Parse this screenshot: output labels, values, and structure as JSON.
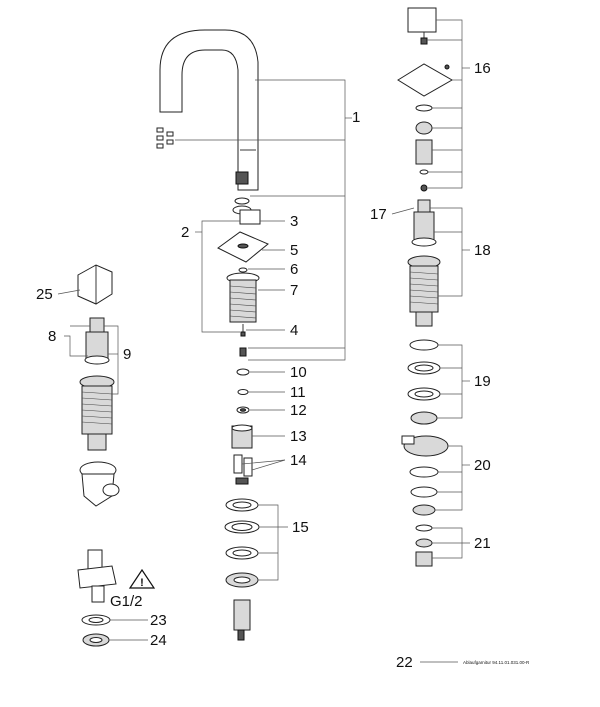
{
  "callouts": [
    {
      "id": "1",
      "label": "1"
    },
    {
      "id": "2",
      "label": "2"
    },
    {
      "id": "3",
      "label": "3"
    },
    {
      "id": "4",
      "label": "4"
    },
    {
      "id": "5",
      "label": "5"
    },
    {
      "id": "6",
      "label": "6"
    },
    {
      "id": "7",
      "label": "7"
    },
    {
      "id": "8",
      "label": "8"
    },
    {
      "id": "9",
      "label": "9"
    },
    {
      "id": "10",
      "label": "10"
    },
    {
      "id": "11",
      "label": "11"
    },
    {
      "id": "12",
      "label": "12"
    },
    {
      "id": "13",
      "label": "13"
    },
    {
      "id": "14",
      "label": "14"
    },
    {
      "id": "15",
      "label": "15"
    },
    {
      "id": "16",
      "label": "16"
    },
    {
      "id": "17",
      "label": "17"
    },
    {
      "id": "18",
      "label": "18"
    },
    {
      "id": "19",
      "label": "19"
    },
    {
      "id": "20",
      "label": "20"
    },
    {
      "id": "21",
      "label": "21"
    },
    {
      "id": "22",
      "label": "22"
    },
    {
      "id": "23",
      "label": "23"
    },
    {
      "id": "24",
      "label": "24"
    },
    {
      "id": "25",
      "label": "25"
    }
  ],
  "thread_spec": "G1/2",
  "warning_symbol": "!",
  "document_code": "Ablaufgarnitur 94.11.01.031.00-R",
  "icons": {
    "warning": "warning-triangle-icon"
  }
}
